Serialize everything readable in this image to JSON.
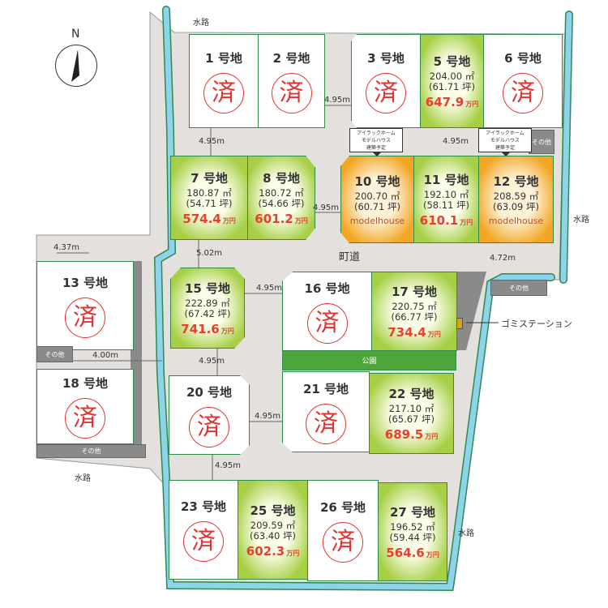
{
  "title_north": "N",
  "labels": {
    "waterway": "水路",
    "town_road": "町道",
    "park": "公園",
    "garbage_station": "ゴミステーション",
    "other": "その他",
    "callout": [
      "アイラックホーム",
      "モデルハウス",
      "建築予定"
    ]
  },
  "roads": [
    "4.95m",
    "4.95m",
    "4.95m",
    "4.95m",
    "4.37m",
    "5.02m",
    "4.72m",
    "4.95m",
    "4.00m",
    "4.95m",
    "4.95m",
    "4.95m"
  ],
  "sold_mark": "済",
  "unit_price": "万円",
  "lots": [
    {
      "id": "1",
      "title": "1 号地",
      "status": "sold"
    },
    {
      "id": "2",
      "title": "2 号地",
      "status": "sold"
    },
    {
      "id": "3",
      "title": "3 号地",
      "status": "sold"
    },
    {
      "id": "5",
      "title": "5 号地",
      "status": "sale",
      "area": "204.00 ㎡",
      "tsubo": "(61.71 坪)",
      "price": "647.9"
    },
    {
      "id": "6",
      "title": "6 号地",
      "status": "sold"
    },
    {
      "id": "7",
      "title": "7 号地",
      "status": "sale",
      "area": "180.87 ㎡",
      "tsubo": "(54.71 坪)",
      "price": "574.4"
    },
    {
      "id": "8",
      "title": "8 号地",
      "status": "sale",
      "area": "180.72 ㎡",
      "tsubo": "(54.66 坪)",
      "price": "601.2"
    },
    {
      "id": "10",
      "title": "10 号地",
      "status": "model",
      "area": "200.70 ㎡",
      "tsubo": "(60.71 坪)",
      "note": "modelhouse"
    },
    {
      "id": "11",
      "title": "11 号地",
      "status": "sale",
      "area": "192.10 ㎡",
      "tsubo": "(58.11 坪)",
      "price": "610.1"
    },
    {
      "id": "12",
      "title": "12 号地",
      "status": "model",
      "area": "208.59 ㎡",
      "tsubo": "(63.09 坪)",
      "note": "modelhouse"
    },
    {
      "id": "13",
      "title": "13 号地",
      "status": "sold"
    },
    {
      "id": "15",
      "title": "15 号地",
      "status": "sale",
      "area": "222.89 ㎡",
      "tsubo": "(67.42 坪)",
      "price": "741.6"
    },
    {
      "id": "16",
      "title": "16 号地",
      "status": "sold"
    },
    {
      "id": "17",
      "title": "17 号地",
      "status": "sale",
      "area": "220.75 ㎡",
      "tsubo": "(66.77 坪)",
      "price": "734.4"
    },
    {
      "id": "18",
      "title": "18 号地",
      "status": "sold"
    },
    {
      "id": "20",
      "title": "20 号地",
      "status": "sold"
    },
    {
      "id": "21",
      "title": "21 号地",
      "status": "sold"
    },
    {
      "id": "22",
      "title": "22 号地",
      "status": "sale",
      "area": "217.10 ㎡",
      "tsubo": "(65.67 坪)",
      "price": "689.5"
    },
    {
      "id": "23",
      "title": "23 号地",
      "status": "sold"
    },
    {
      "id": "25",
      "title": "25 号地",
      "status": "sale",
      "area": "209.59 ㎡",
      "tsubo": "(63.40 坪)",
      "price": "602.3"
    },
    {
      "id": "26",
      "title": "26 号地",
      "status": "sold"
    },
    {
      "id": "27",
      "title": "27 号地",
      "status": "sale",
      "area": "196.52 ㎡",
      "tsubo": "(59.44 坪)",
      "price": "564.6"
    }
  ],
  "colors": {
    "sale": "#a6cf45",
    "model": "#f2a623",
    "sold_mark": "#e53030",
    "price": "#e8402c",
    "water": "#8fd3ea",
    "road": "#e3e0dd"
  }
}
